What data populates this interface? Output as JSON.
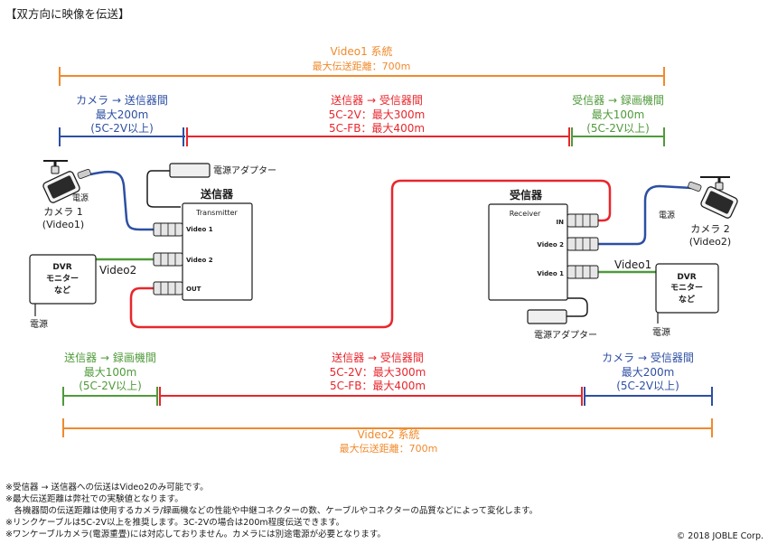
{
  "page_title": "【双方向に映像を伝送】",
  "colors": {
    "orange": "#f08a2c",
    "red": "#e8262c",
    "blue": "#2d4fa3",
    "green": "#4f9a3a",
    "black": "#1a1a1a"
  },
  "video1_system": {
    "title": "Video1 系統",
    "max_distance": "最大伝送距離：700m"
  },
  "video2_system": {
    "title": "Video2 系統",
    "max_distance": "最大伝送距離：700m"
  },
  "top_segments": {
    "camera_to_tx": {
      "title": "カメラ → 送信器間",
      "max": "最大200m",
      "cable": "(5C-2V以上)"
    },
    "tx_to_rx": {
      "title": "送信器 → 受信器間",
      "line1": "5C-2V：最大300m",
      "line2": "5C-FB：最大400m"
    },
    "rx_to_recorder": {
      "title": "受信器 → 録画機間",
      "max": "最大100m",
      "cable": "(5C-2V以上)"
    }
  },
  "bottom_segments": {
    "tx_to_recorder": {
      "title": "送信器 → 録画機間",
      "max": "最大100m",
      "cable": "(5C-2V以上)"
    },
    "tx_to_rx": {
      "title": "送信器 → 受信器間",
      "line1": "5C-2V：最大300m",
      "line2": "5C-FB：最大400m"
    },
    "camera_to_rx": {
      "title": "カメラ → 受信器間",
      "max": "最大200m",
      "cable": "(5C-2V以上)"
    }
  },
  "devices": {
    "camera1": {
      "power_label": "電源",
      "name": "カメラ 1",
      "sub": "(Video1)"
    },
    "camera2": {
      "power_label": "電源",
      "name": "カメラ 2",
      "sub": "(Video2)"
    },
    "transmitter": {
      "title_jp": "送信器",
      "title_en": "Transmitter",
      "ports": [
        "Video 1",
        "Video 2",
        "OUT"
      ],
      "adapter_label": "電源アダプター"
    },
    "receiver": {
      "title_jp": "受信器",
      "title_en": "Receiver",
      "ports": [
        "IN",
        "Video 2",
        "Video 1"
      ],
      "adapter_label": "電源アダプター"
    },
    "dvr_left": {
      "line1": "DVR",
      "line2": "モニター",
      "line3": "など",
      "power_label": "電源",
      "signal_label": "Video2"
    },
    "dvr_right": {
      "line1": "DVR",
      "line2": "モニター",
      "line3": "など",
      "power_label": "電源",
      "signal_label": "Video1"
    }
  },
  "notes": [
    "※受信器 → 送信器への伝送はVideo2のみ可能です。",
    "※最大伝送距離は弊社での実験値となります。",
    "　各機器間の伝送距離は使用するカメラ/録画機などの性能や中継コネクターの数、ケーブルやコネクターの品質などによって変化します。",
    "※リンクケーブルは5C-2V以上を推奨します。3C-2Vの場合は200m程度伝送できます。",
    "※ワンケーブルカメラ(電源重畳)には対応しておりません。カメラには別途電源が必要となります。"
  ],
  "copyright": "© 2018 JOBLE Corp."
}
